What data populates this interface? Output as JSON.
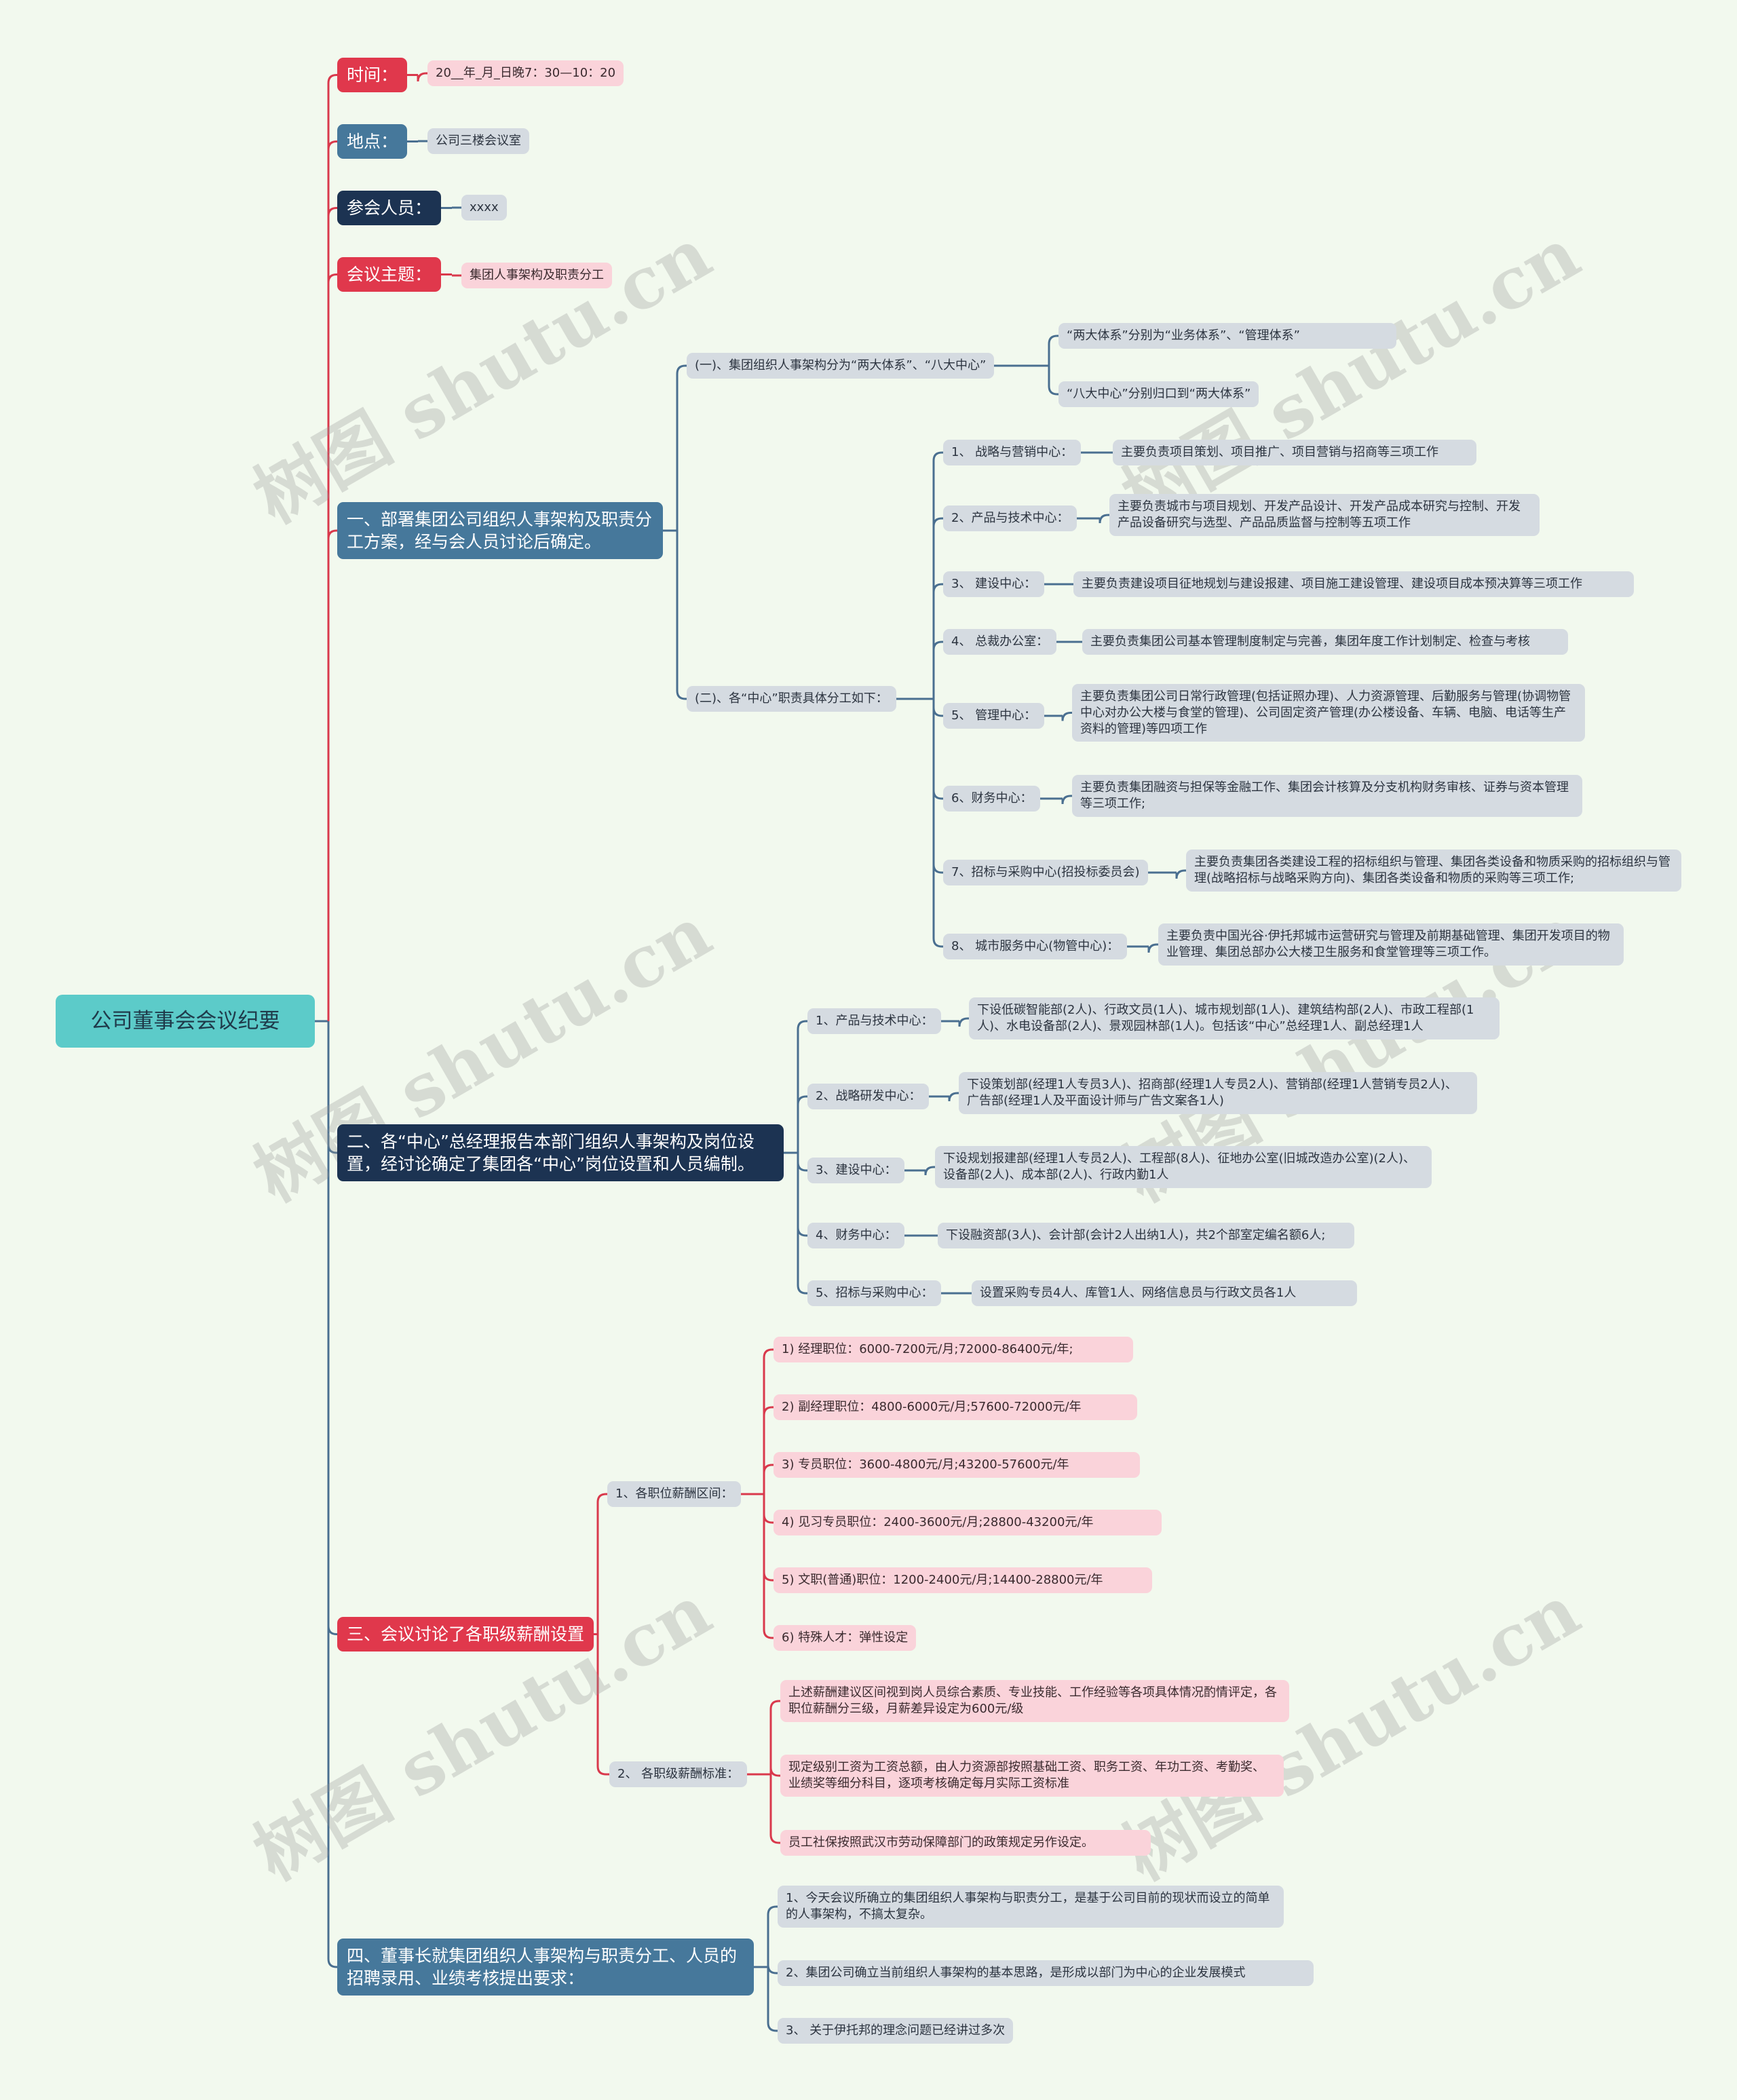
{
  "title": "公司董事会会议纪要",
  "colors": {
    "background": "#f2f9ee",
    "root": "#5ccbc9",
    "red_branch": "#e0384c",
    "teal_branch": "#46789b",
    "navy_branch": "#1c3352",
    "grey_leaf": "#d5dbe1",
    "pink_leaf": "#fad3da",
    "line_red": "#d9394c",
    "line_blue": "#4a6f90"
  },
  "watermark": "树图 shutu.cn",
  "info": {
    "time_label": "时间：",
    "time_value": "20__年_月_日晚7：30—10：20",
    "place_label": "地点：",
    "place_value": "公司三楼会议室",
    "attendees_label": "参会人员：",
    "attendees_value": "xxxx",
    "theme_label": "会议主题：",
    "theme_value": "集团人事架构及职责分工"
  },
  "s1": {
    "title": "一、部署集团公司组织人事架构及职责分工方案，经与会人员讨论后确定。",
    "a": {
      "label": "(一)、集团组织人事架构分为“两大体系”、“八大中心”",
      "i1": "“两大体系”分别为“业务体系”、“管理体系”",
      "i2": "“八大中心”分别归口到“两大体系”"
    },
    "b": {
      "label": "(二)、各“中心”职责具体分工如下：",
      "c1": "1、 战略与营销中心：",
      "d1": "主要负责项目策划、项目推广、项目营销与招商等三项工作",
      "c2": "2、产品与技术中心：",
      "d2": "主要负责城市与项目规划、开发产品设计、开发产品成本研究与控制、开发产品设备研究与选型、产品品质监督与控制等五项工作",
      "c3": "3、 建设中心：",
      "d3": "主要负责建设项目征地规划与建设报建、项目施工建设管理、建设项目成本预决算等三项工作",
      "c4": "4、 总裁办公室：",
      "d4": "主要负责集团公司基本管理制度制定与完善，集团年度工作计划制定、检查与考核",
      "c5": "5、 管理中心：",
      "d5": "主要负责集团公司日常行政管理(包括证照办理)、人力资源管理、后勤服务与管理(协调物管中心对办公大楼与食堂的管理)、公司固定资产管理(办公楼设备、车辆、电脑、电话等生产资料的管理)等四项工作",
      "c6": "6、财务中心：",
      "d6": "主要负责集团融资与担保等金融工作、集团会计核算及分支机构财务审核、证券与资本管理等三项工作;",
      "c7": "7、招标与采购中心(招投标委员会)",
      "d7": "主要负责集团各类建设工程的招标组织与管理、集团各类设备和物质采购的招标组织与管理(战略招标与战略采购方向)、集团各类设备和物质的采购等三项工作;",
      "c8": "8、 城市服务中心(物管中心)：",
      "d8": "主要负责中国光谷·伊托邦城市运营研究与管理及前期基础管理、集团开发项目的物业管理、集团总部办公大楼卫生服务和食堂管理等三项工作。"
    }
  },
  "s2": {
    "title": "二、各“中心”总经理报告本部门组织人事架构及岗位设置，经讨论确定了集团各“中心”岗位设置和人员编制。",
    "c1": "1、产品与技术中心：",
    "d1": "下设低碳智能部(2人)、行政文员(1人)、城市规划部(1人)、建筑结构部(2人)、市政工程部(1人)、水电设备部(2人)、景观园林部(1人)。包括该“中心”总经理1人、副总经理1人",
    "c2": "2、战略研发中心：",
    "d2": "下设策划部(经理1人专员3人)、招商部(经理1人专员2人)、营销部(经理1人营销专员2人)、广告部(经理1人及平面设计师与广告文案各1人)",
    "c3": "3、建设中心：",
    "d3": "下设规划报建部(经理1人专员2人)、工程部(8人)、征地办公室(旧城改造办公室)(2人)、设备部(2人)、成本部(2人)、行政内勤1人",
    "c4": "4、财务中心：",
    "d4": "下设融资部(3人)、会计部(会计2人出纳1人)，共2个部室定编名额6人;",
    "c5": "5、招标与采购中心：",
    "d5": "设置采购专员4人、库管1人、网络信息员与行政文员各1人"
  },
  "s3": {
    "title": "三、会议讨论了各职级薪酬设置",
    "a": {
      "label": "1、各职位薪酬区间：",
      "i1": "1) 经理职位：6000-7200元/月;72000-86400元/年;",
      "i2": "2) 副经理职位：4800-6000元/月;57600-72000元/年",
      "i3": "3) 专员职位：3600-4800元/月;43200-57600元/年",
      "i4": "4) 见习专员职位：2400-3600元/月;28800-43200元/年",
      "i5": "5) 文职(普通)职位：1200-2400元/月;14400-28800元/年",
      "i6": "6) 特殊人才：弹性设定"
    },
    "b": {
      "label": "2、 各职级薪酬标准：",
      "i1": "上述薪酬建议区间视到岗人员综合素质、专业技能、工作经验等各项具体情况酌情评定，各职位薪酬分三级，月薪差异设定为600元/级",
      "i2": "现定级别工资为工资总额，由人力资源部按照基础工资、职务工资、年功工资、考勤奖、业绩奖等细分科目，逐项考核确定每月实际工资标准",
      "i3": "员工社保按照武汉市劳动保障部门的政策规定另作设定。"
    }
  },
  "s4": {
    "title": "四、董事长就集团组织人事架构与职责分工、人员的招聘录用、业绩考核提出要求：",
    "i1": "1、今天会议所确立的集团组织人事架构与职责分工，是基于公司目前的现状而设立的简单的人事架构，不搞太复杂。",
    "i2": "2、集团公司确立当前组织人事架构的基本思路，是形成以部门为中心的企业发展模式",
    "i3": "3、 关于伊托邦的理念问题已经讲过多次"
  }
}
